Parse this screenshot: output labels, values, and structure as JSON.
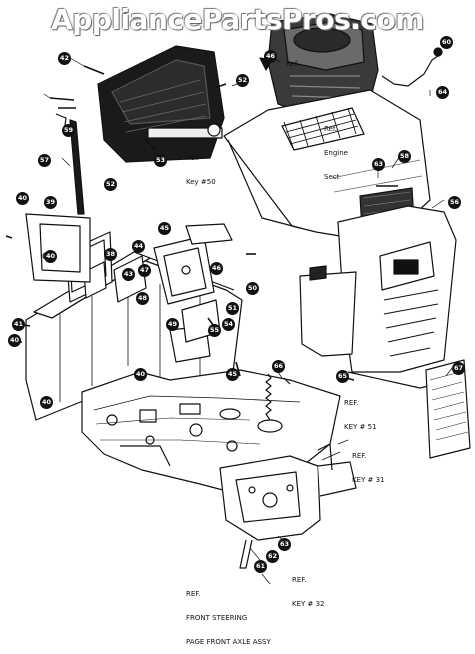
{
  "watermark": "AppliancePartsPros.com",
  "refs": {
    "engine": [
      "Ref.",
      "Engine",
      "Sect"
    ],
    "key50": [
      "Ref.",
      "Key #50"
    ],
    "key51": [
      "REF.",
      "KEY # 51"
    ],
    "key31": [
      "REF.",
      "KEY # 31"
    ],
    "key32": [
      "REF.",
      "KEY # 32"
    ],
    "steering": [
      "REF.",
      "FRONT STEERING",
      "PAGE FRONT AXLE ASSY"
    ]
  },
  "callouts": {
    "c60": "60",
    "c42": "42",
    "c52a": "52",
    "c46a": "46",
    "c64": "64",
    "c59": "59",
    "c53": "53",
    "c52b": "52",
    "c57": "57",
    "c63a": "63",
    "c58": "58",
    "c40a": "40",
    "c39": "39",
    "c45a": "45",
    "c56": "56",
    "c40b": "40",
    "c38": "38",
    "c44": "44",
    "c47": "47",
    "c43": "43",
    "c46b": "46",
    "c48": "48",
    "c50": "50",
    "c49": "49",
    "c51": "51",
    "c54": "54",
    "c55": "55",
    "c40c": "40",
    "c41": "41",
    "c45b": "45",
    "c66": "66",
    "c40d": "40",
    "c40e": "40",
    "c65": "65",
    "c67": "67",
    "c62": "62",
    "c61": "61",
    "c63b": "63"
  },
  "colors": {
    "ink": "#111111",
    "paper": "#ffffff"
  }
}
